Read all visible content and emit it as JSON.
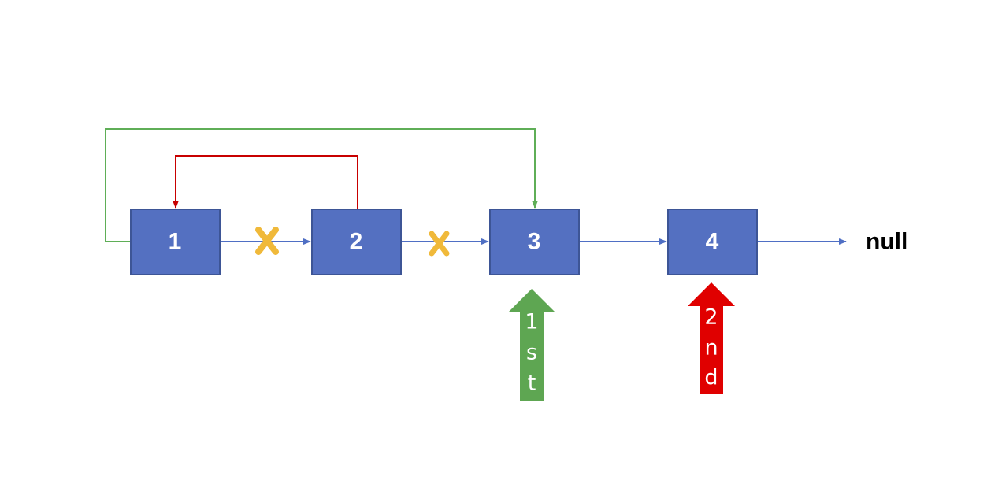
{
  "nodes": [
    {
      "label": "1"
    },
    {
      "label": "2"
    },
    {
      "label": "3"
    },
    {
      "label": "4"
    }
  ],
  "null_label": "null",
  "pointers": [
    {
      "chars": [
        "1",
        "s",
        "t"
      ],
      "color": "#5ea652"
    },
    {
      "chars": [
        "2",
        "n",
        "d"
      ],
      "color": "#e00000"
    }
  ],
  "colors": {
    "node_fill": "#5470c1",
    "node_border": "#3d5596",
    "link": "#4f6fc4",
    "red_link": "#c80000",
    "green_link": "#5fae57",
    "cross": "#f0b93a"
  }
}
